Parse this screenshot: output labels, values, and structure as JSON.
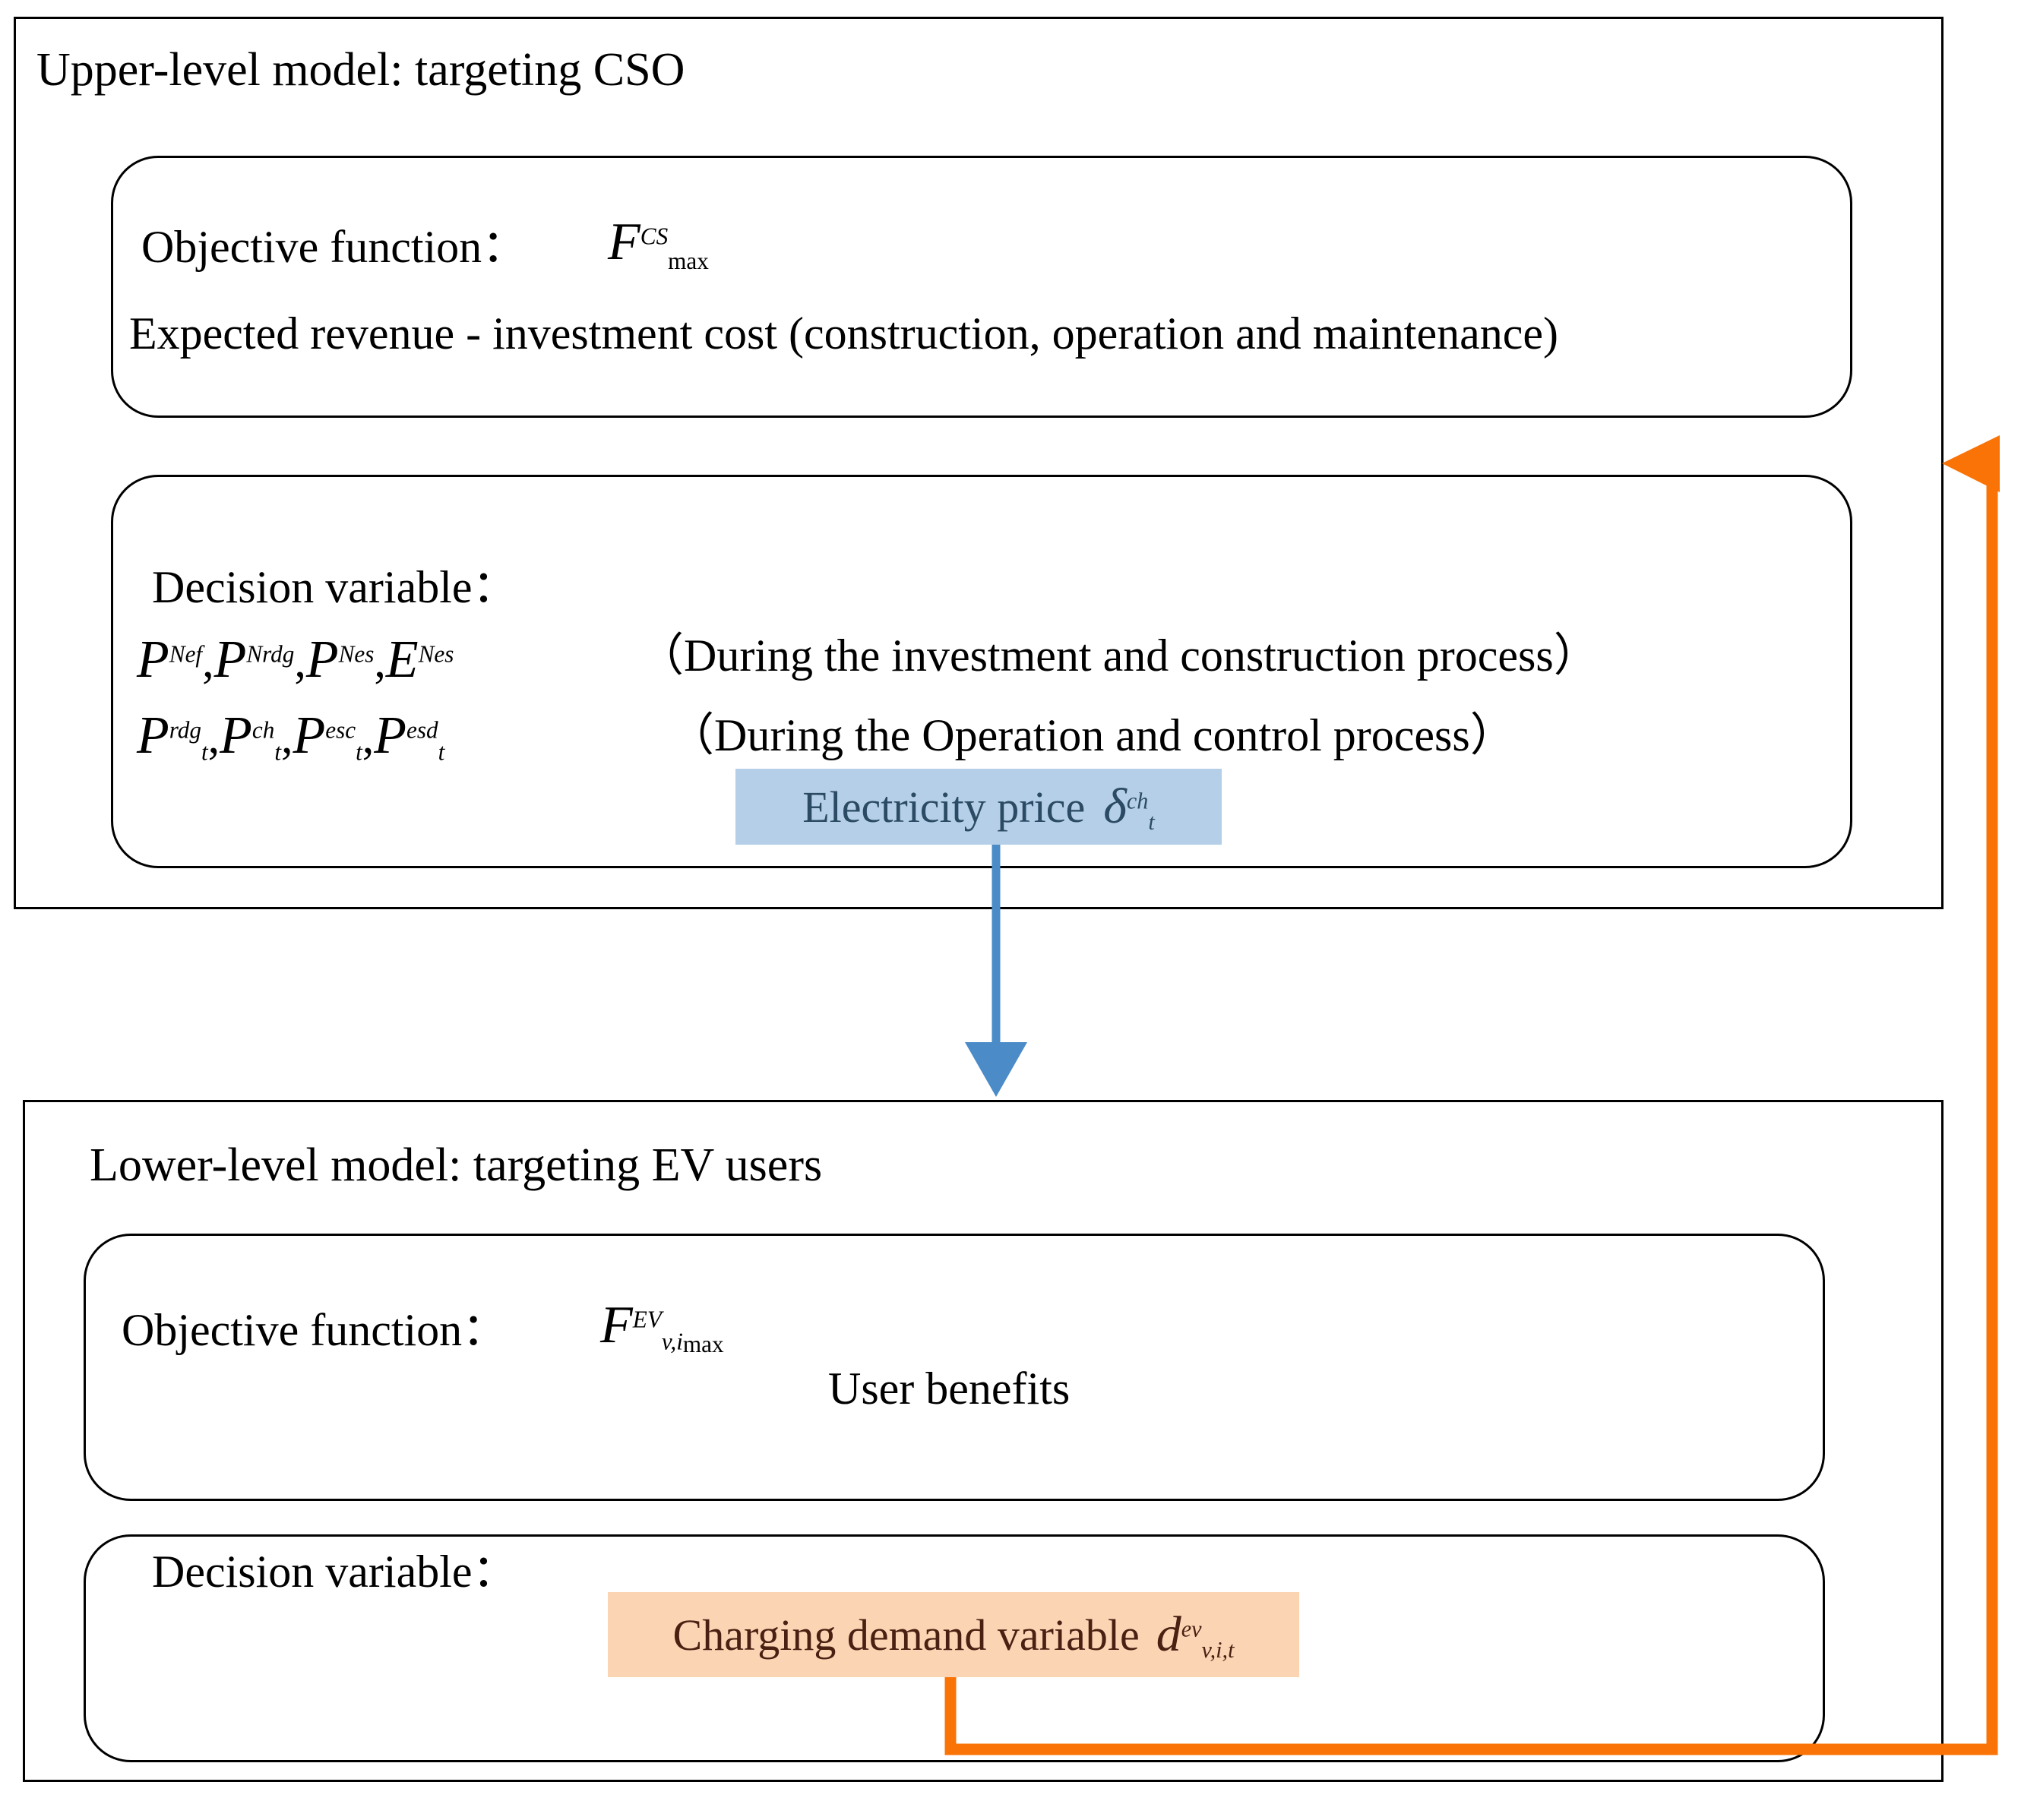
{
  "diagram": {
    "title": "Bi-level model structure: CSO upper level and EV users lower level",
    "background": "#ffffff"
  },
  "upper": {
    "title": "Upper-level model: targeting CSO",
    "objective": {
      "label": "Objective function：",
      "symbol_base": "F",
      "symbol_sup": "CS",
      "symbol_sub": "max",
      "description": "Expected revenue - investment cost (construction, operation and maintenance)"
    },
    "decision": {
      "label": "Decision variable：",
      "row1": {
        "variables": [
          {
            "base": "P",
            "sup": "Nef",
            "sub": ""
          },
          {
            "base": "P",
            "sup": "Nrdg",
            "sub": ""
          },
          {
            "base": "P",
            "sup": "Nes",
            "sub": ""
          },
          {
            "base": "E",
            "sup": "Nes",
            "sub": ""
          }
        ],
        "note": "（During the investment and construction process）"
      },
      "row2": {
        "variables": [
          {
            "base": "P",
            "sup": "rdg",
            "sub": "t"
          },
          {
            "base": "P",
            "sup": "ch",
            "sub": "t"
          },
          {
            "base": "P",
            "sup": "esc",
            "sub": "t"
          },
          {
            "base": "P",
            "sup": "esd",
            "sub": "t"
          }
        ],
        "note": "（During the Operation and control process）"
      }
    }
  },
  "lower": {
    "title": "Lower-level model: targeting EV users",
    "objective": {
      "label": "Objective function：",
      "symbol_base": "F",
      "symbol_sup": "EV",
      "symbol_sub": "v,i",
      "symbol_trail": "max",
      "description": "User benefits"
    },
    "decision": {
      "label": "Decision variable："
    }
  },
  "badges": {
    "electricity_price": {
      "text": "Electricity price",
      "symbol_base": "δ",
      "symbol_sup": "ch",
      "symbol_sub": "t",
      "bg_color": "#b5cfe8",
      "text_color": "#2b4a63"
    },
    "charging_demand": {
      "text": "Charging demand variable",
      "symbol_base": "d",
      "symbol_sup": "ev",
      "symbol_sub": "v,i,t",
      "bg_color": "#fbd4b4",
      "text_color": "#4a2012"
    }
  },
  "connectors": {
    "price_flow": {
      "name": "electricity-price-downward-arrow",
      "color": "#4a8bc8",
      "direction": "down",
      "from": "upper-level decision variable (electricity price)",
      "to": "lower-level model"
    },
    "demand_feedback": {
      "name": "charging-demand-feedback-arrow",
      "color": "#f97306",
      "direction": "up-and-left",
      "from": "lower-level charging demand variable",
      "to": "upper-level model"
    }
  }
}
